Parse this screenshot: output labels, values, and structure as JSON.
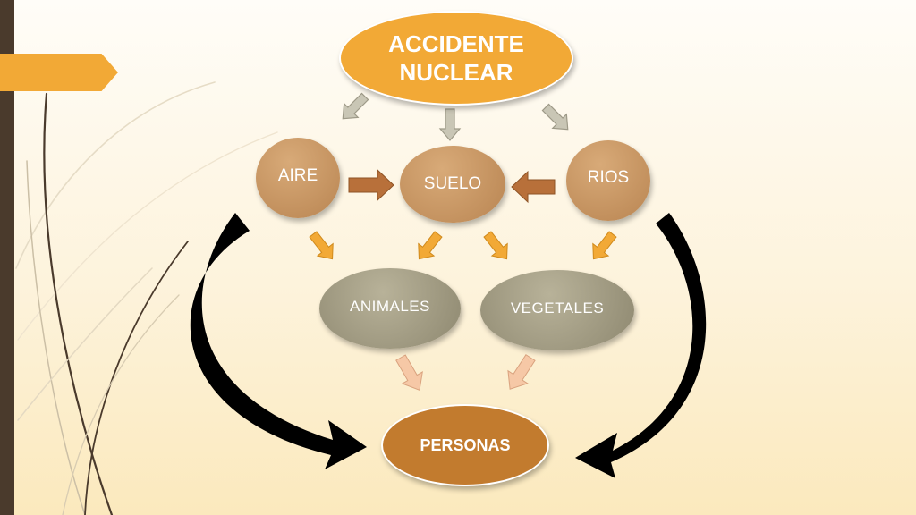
{
  "diagram": {
    "top": "ACCIDENTE NUCLEAR",
    "sources": [
      "AIRE",
      "SUELO",
      "RIOS"
    ],
    "recipients": [
      "ANIMALES",
      "VEGETALES"
    ],
    "target": "PERSONAS"
  },
  "colors": {
    "orange": "#f2a936",
    "tan": "#c99563",
    "olive": "#a39d83",
    "brown": "#c27b2e",
    "sidebar": "#4a3a2c"
  }
}
